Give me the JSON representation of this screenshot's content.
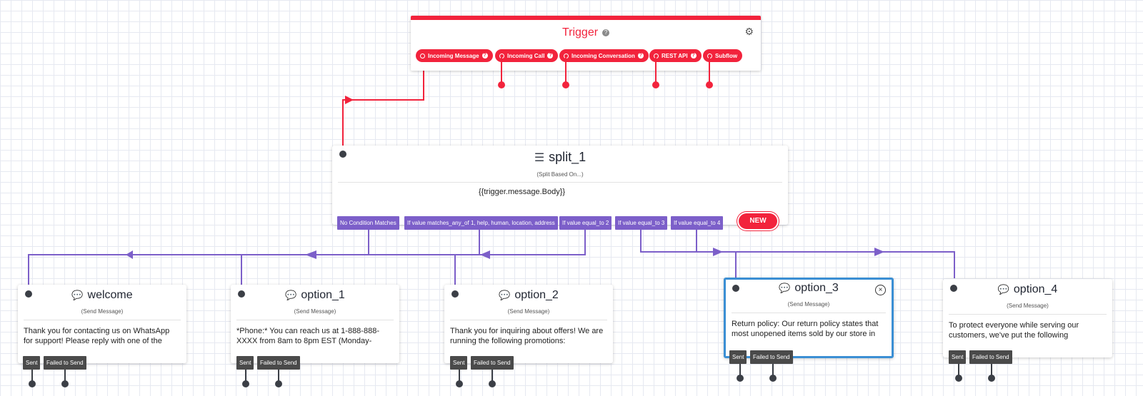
{
  "trigger": {
    "title": "Trigger",
    "help_icon": "question-circle",
    "settings_icon": "gears",
    "accent_color": "#f2233c",
    "events": [
      {
        "label": "Incoming Message"
      },
      {
        "label": "Incoming Call"
      },
      {
        "label": "Incoming Conversation"
      },
      {
        "label": "REST API"
      },
      {
        "label": "Subflow"
      }
    ]
  },
  "split": {
    "title": "split_1",
    "icon": "split-icon",
    "subtitle": "(Split Based On...)",
    "variable": "{{trigger.message.Body}}",
    "branch_color": "#7c5fc9",
    "conditions": [
      "No Condition Matches",
      "If value matches_any_of 1, help, human, location, address",
      "If value equal_to 2",
      "If value equal_to 3",
      "If value equal_to 4"
    ],
    "new_label": "NEW"
  },
  "widgets": [
    {
      "title": "welcome",
      "subtitle": "(Send Message)",
      "body": "Thank you for contacting us on WhatsApp for support! Please reply with one of the",
      "sent": "Sent",
      "failed": "Failed to Send"
    },
    {
      "title": "option_1",
      "subtitle": "(Send Message)",
      "body": "*Phone:* You can reach us at 1-888-888-XXXX from 8am to 8pm EST (Monday-",
      "sent": "Sent",
      "failed": "Failed to Send"
    },
    {
      "title": "option_2",
      "subtitle": "(Send Message)",
      "body": "Thank you for inquiring about offers! We are running the following promotions:",
      "sent": "Sent",
      "failed": "Failed to Send"
    },
    {
      "title": "option_3",
      "subtitle": "(Send Message)",
      "body": "Return policy: Our return policy states that most unopened items sold by our store in",
      "sent": "Sent",
      "failed": "Failed to Send",
      "selected": true
    },
    {
      "title": "option_4",
      "subtitle": "(Send Message)",
      "body": "To protect everyone while serving our customers, we've put the following",
      "sent": "Sent",
      "failed": "Failed to Send"
    }
  ],
  "colors": {
    "selected_border": "#3b8fd4",
    "wire_red": "#f2233c",
    "wire_purple": "#7c5fc9"
  }
}
